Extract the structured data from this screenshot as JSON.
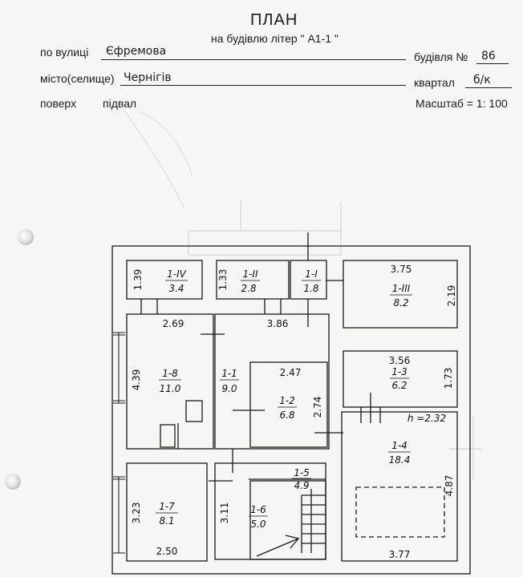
{
  "header": {
    "title": "ПЛАН",
    "subtitle": "на будівлю літер \" А1-1        \"",
    "street_label": "по вулиці",
    "street_value": "Єфремова",
    "building_label": "будівля №",
    "building_value": "86",
    "city_label": "місто(селище)",
    "city_value": "Чернігів",
    "block_label": "квартал",
    "block_value": "б/к",
    "floor_label": "поверх",
    "floor_value": "підвал",
    "scale_label": "Масштаб = 1: 100"
  },
  "rooms": [
    {
      "code": "1-IV",
      "area": "3.4"
    },
    {
      "code": "1-II",
      "area": "2.8"
    },
    {
      "code": "1-I",
      "area": "1.8"
    },
    {
      "code": "1-III",
      "area": "8.2"
    },
    {
      "code": "1-8",
      "area": "11.0"
    },
    {
      "code": "1-1",
      "area": "9.0"
    },
    {
      "code": "1-2",
      "area": "6.8"
    },
    {
      "code": "1-3",
      "area": "6.2"
    },
    {
      "code": "1-4",
      "area": "18.4"
    },
    {
      "code": "1-5",
      "area": "4.9"
    },
    {
      "code": "1-6",
      "area": "5.0"
    },
    {
      "code": "1-7",
      "area": "8.1"
    }
  ],
  "dimensions": {
    "d_1iv_h": "1.39",
    "d_1ii_h": "1.33",
    "d_1iii_w": "3.75",
    "d_1iii_h": "2.19",
    "d_18_w": "2.69",
    "d_11_w": "3.86",
    "d_18_h": "4.39",
    "d_12_w": "2.47",
    "d_12_h": "2.74",
    "d_13_w": "3.56",
    "d_13_h": "1.73",
    "d_14_h": "h =2.32",
    "d_14_side": "4.87",
    "d_14_w": "3.77",
    "d_17_h": "3.23",
    "d_17_w": "2.50",
    "d_16_h": "3.11"
  }
}
